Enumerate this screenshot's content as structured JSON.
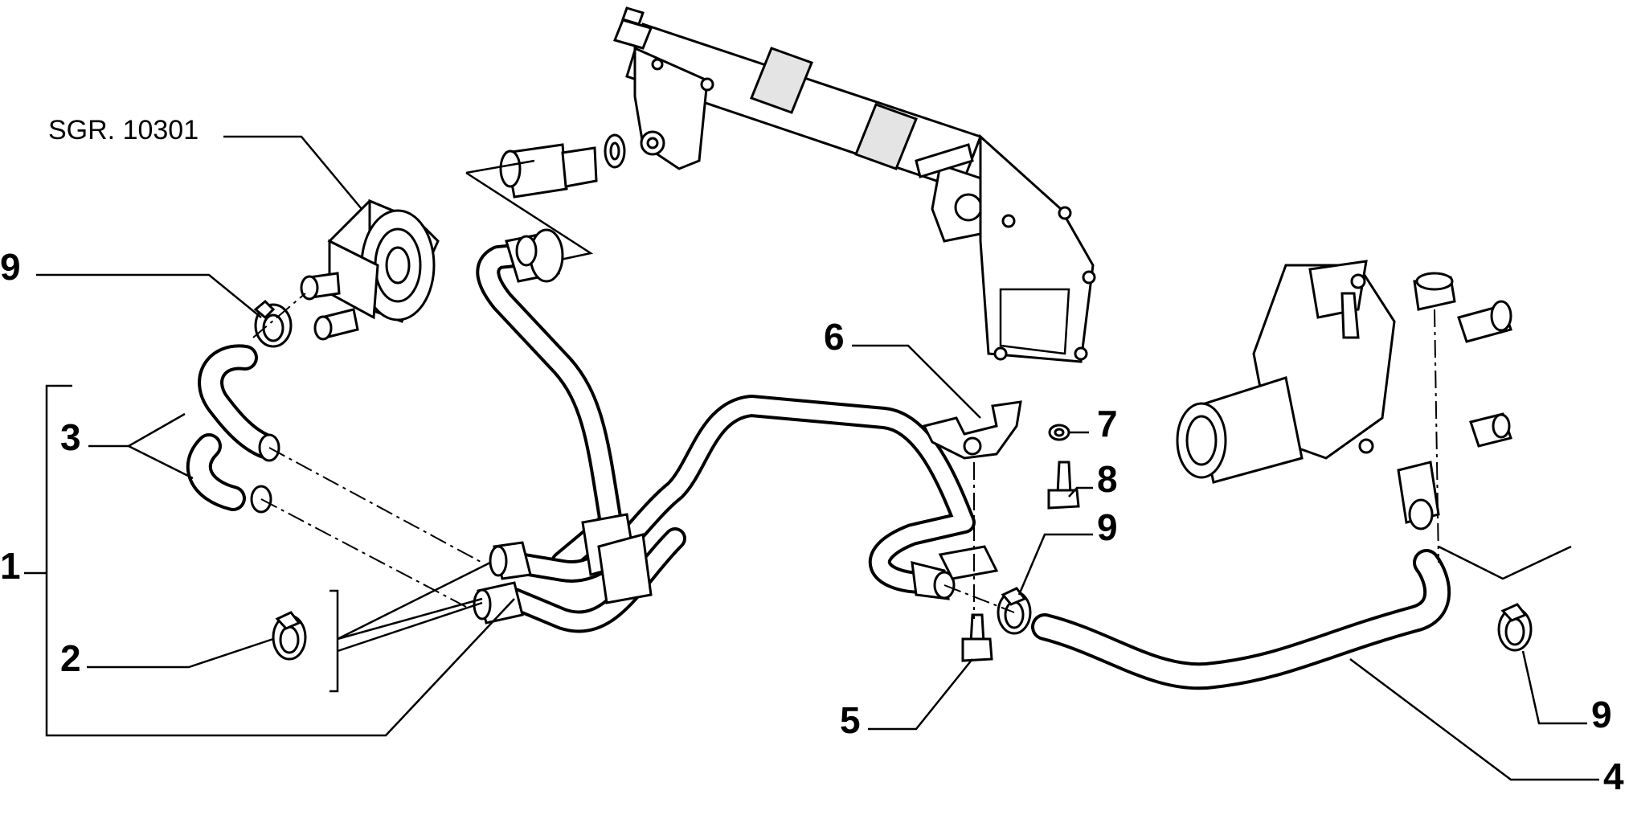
{
  "diagram": {
    "reference": "SGR. 10301",
    "callouts": {
      "c1": "1",
      "c2": "2",
      "c3": "3",
      "c4": "4",
      "c5": "5",
      "c6": "6",
      "c7": "7",
      "c8": "8",
      "c9a": "9",
      "c9b": "9",
      "c9c": "9"
    }
  }
}
